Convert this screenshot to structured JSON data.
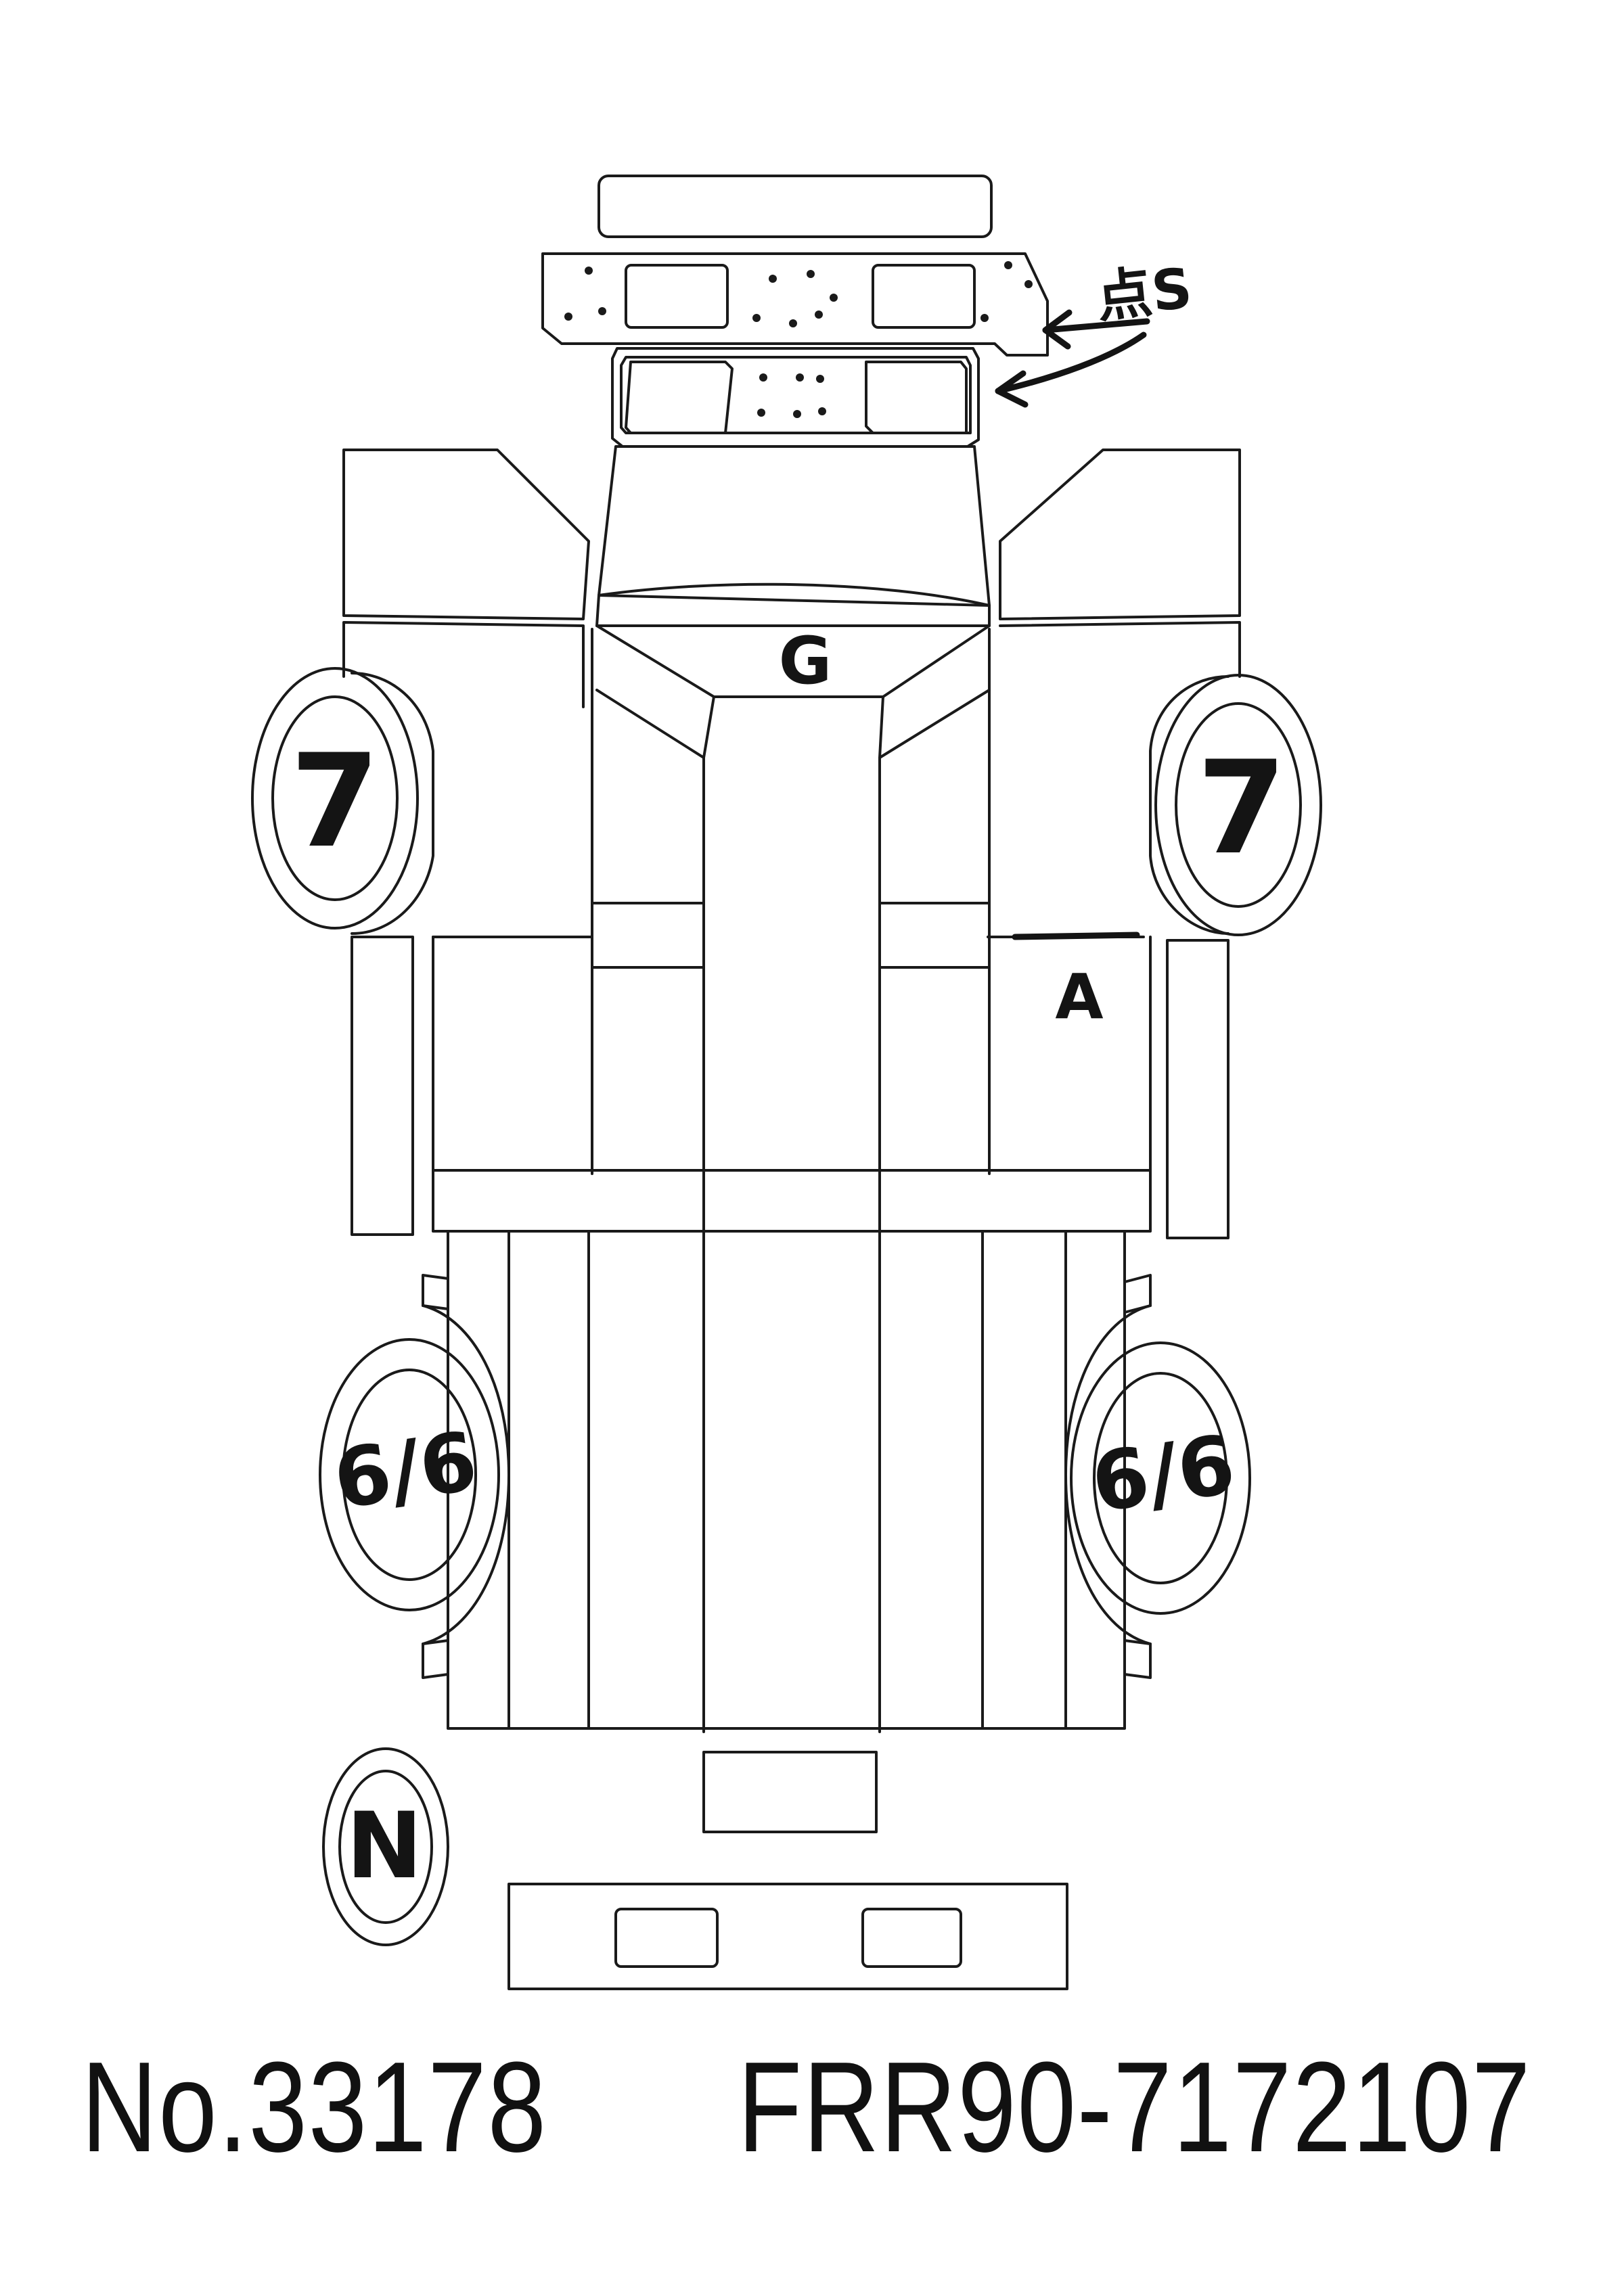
{
  "marks": {
    "roof": "G",
    "right_side": "A",
    "front_right_note": "点S",
    "front_left_tire": "7",
    "front_right_tire": "7",
    "rear_left_tire": "6/6",
    "rear_right_tire": "6/6",
    "spare_tire": "N"
  },
  "footer": {
    "stock_number": "No.33178",
    "chassis_number": "FRR90-7172107"
  }
}
